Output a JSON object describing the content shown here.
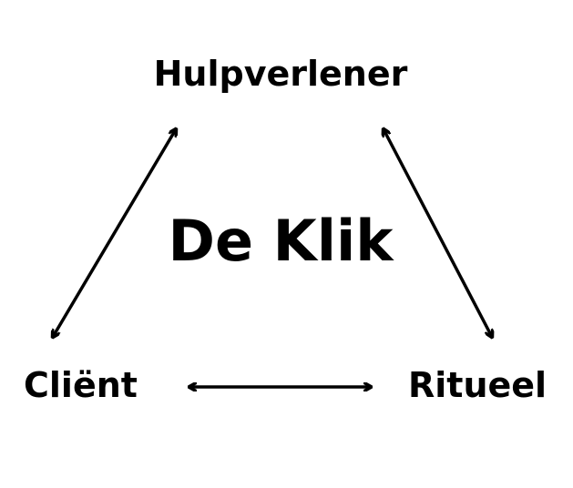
{
  "diagram": {
    "center_title": "De Klik",
    "nodes": {
      "top": "Hulpverlener",
      "left": "Cliënt",
      "right": "Ritueel"
    },
    "connections": [
      {
        "from": "Cliënt",
        "to": "Hulpverlener",
        "type": "bidirectional-arrow"
      },
      {
        "from": "Hulpverlener",
        "to": "Ritueel",
        "type": "bidirectional-arrow"
      },
      {
        "from": "Cliënt",
        "to": "Ritueel",
        "type": "bidirectional-arrow"
      }
    ],
    "colors": {
      "background": "#ffffff",
      "text": "#000000",
      "arrow": "#000000"
    }
  }
}
